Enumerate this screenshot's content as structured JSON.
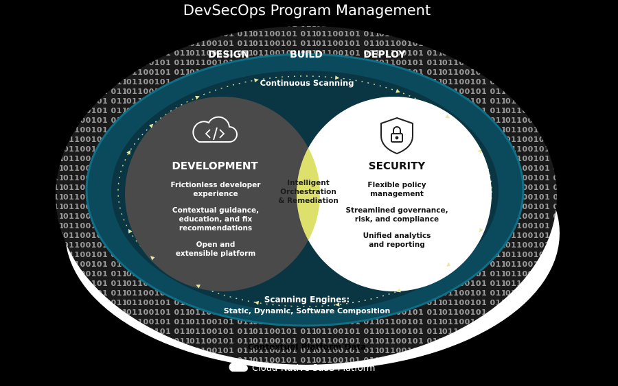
{
  "title": "DevSecOps Program Management",
  "phases": [
    "DESIGN",
    "BUILD",
    "DEPLOY"
  ],
  "continuous_scanning": "Continuous Scanning",
  "development": {
    "heading": "DEVELOPMENT",
    "icon": "cloud-code-icon",
    "items": [
      [
        "Frictionless developer",
        "experience"
      ],
      [
        "Contextual guidance,",
        "education, and fix",
        "recommendations"
      ],
      [
        "Open and",
        "extensible platform"
      ]
    ]
  },
  "security": {
    "heading": "SECURITY",
    "icon": "shield-lock-icon",
    "items": [
      [
        "Flexible policy",
        "management"
      ],
      [
        "Streamlined governance,",
        "risk, and compliance"
      ],
      [
        "Unified analytics",
        "and reporting"
      ]
    ]
  },
  "intersection": [
    "Intelligent",
    "Orchestration",
    "& Remediation"
  ],
  "scanning_engines": {
    "title": "Scanning Engines:",
    "subtitle": "Static, Dynamic, Software Composition"
  },
  "platform_data": "Contextual Platform Data",
  "saas": {
    "label": "Cloud-Native SaaS Platform",
    "icon": "cloud-icon"
  },
  "colors": {
    "background": "#000000",
    "teal_ring": "#0b4a5c",
    "dark_circle": "#4a4a4a",
    "white_circle": "#ffffff",
    "accent_yellow": "#dde06a",
    "dot_yellow": "#e7e9a3",
    "binary_text": "#9a9a9a"
  }
}
